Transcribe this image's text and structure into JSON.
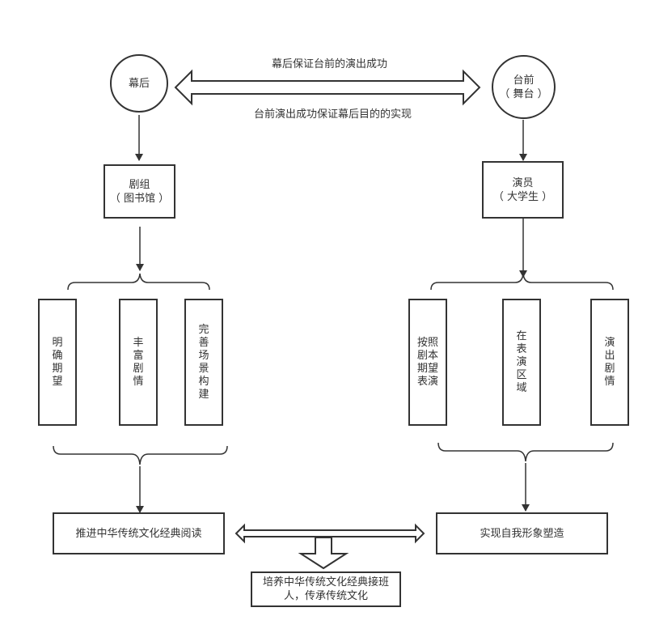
{
  "backstage": "幕后",
  "frontstage": {
    "line1": "台前",
    "line2": "（ 舞台 ）"
  },
  "arrow_top_label": "幕后保证台前的演出成功",
  "arrow_bottom_label": "台前演出成功保证幕后目的的实现",
  "crew": {
    "line1": "剧组",
    "line2": "（ 图书馆 ）"
  },
  "actors": {
    "line1": "演员",
    "line2": "（ 大学生 ）"
  },
  "left_items": [
    "明确期望",
    "丰富剧情",
    "完善场景构建"
  ],
  "right_items": [
    "按照剧本期望表演",
    "在表演区域",
    "演出剧情"
  ],
  "left_result": "推进中华传统文化经典阅读",
  "right_result": "实现自我形象塑造",
  "final_result": "培养中华传统文化经典接班人，传承传统文化"
}
